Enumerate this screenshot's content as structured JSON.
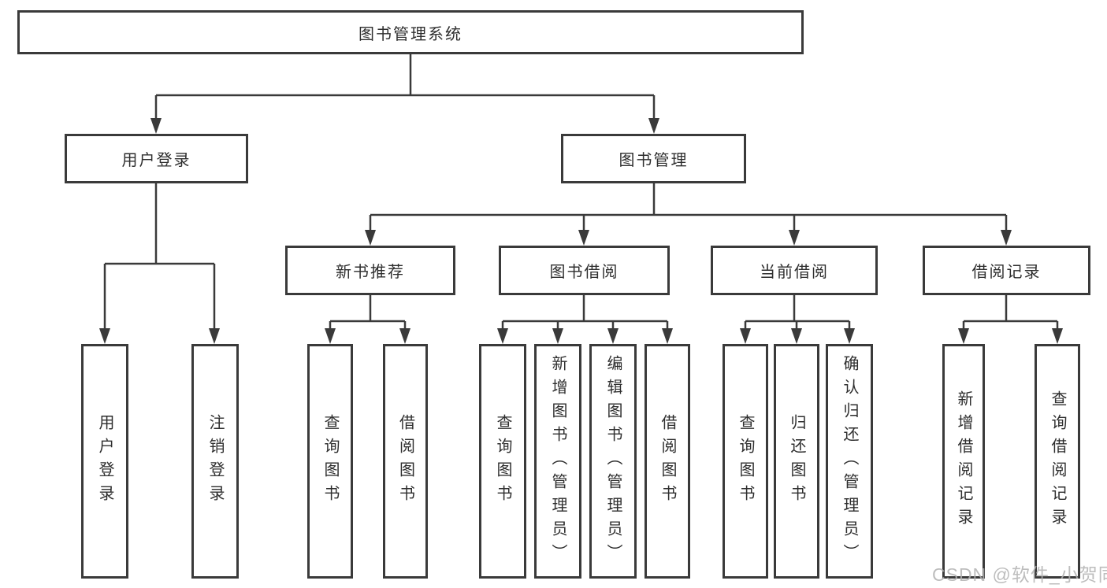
{
  "tree": {
    "label": "图书管理系统",
    "children": [
      {
        "label": "用户登录",
        "children": [
          {
            "label": "用户登录"
          },
          {
            "label": "注销登录"
          }
        ]
      },
      {
        "label": "图书管理",
        "children": [
          {
            "label": "新书推荐",
            "children": [
              {
                "label": "查询图书"
              },
              {
                "label": "借阅图书"
              }
            ]
          },
          {
            "label": "图书借阅",
            "children": [
              {
                "label": "查询图书"
              },
              {
                "label": "新增图书（管理员）"
              },
              {
                "label": "编辑图书（管理员）"
              },
              {
                "label": "借阅图书"
              }
            ]
          },
          {
            "label": "当前借阅",
            "children": [
              {
                "label": "查询图书"
              },
              {
                "label": "归还图书"
              },
              {
                "label": "确认归还（管理员）"
              }
            ]
          },
          {
            "label": "借阅记录",
            "children": [
              {
                "label": "新增借阅记录"
              },
              {
                "label": "查询借阅记录"
              }
            ]
          }
        ]
      }
    ]
  },
  "watermark": "CSDN @软件_小贺同学",
  "colors": {
    "line": "#3a3a3a",
    "box_background": "#ffffff",
    "text": "#2e2e2e",
    "watermark": "#b2b2b2"
  }
}
